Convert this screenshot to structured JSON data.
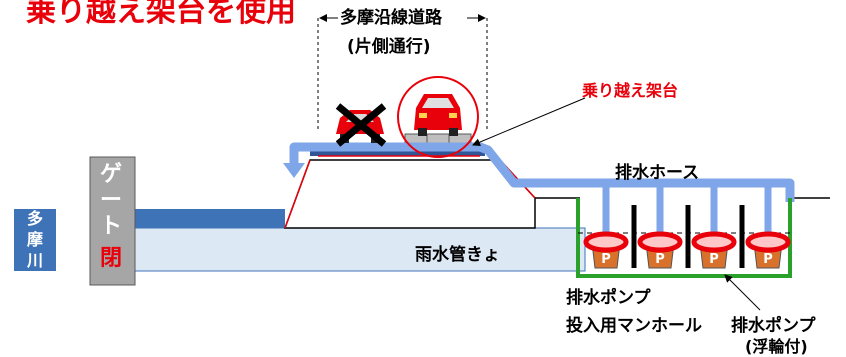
{
  "title": "乗り越え架台を使用",
  "road": {
    "line1": "多摩沿線道路",
    "line2": "(片側通行)"
  },
  "labels": {
    "overpass": "乗り越え架台",
    "hose": "排水ホース",
    "rain_pipe": "雨水管きょ",
    "river": "多摩川",
    "gate": "ゲート",
    "gate_status": "閉",
    "manhole_line1": "排水ポンプ",
    "manhole_line2": "投入用マンホール",
    "float_pump_line1": "排水ポンプ",
    "float_pump_line2": "(浮輪付)",
    "pump_mark": "P"
  },
  "colors": {
    "title_red": "#e8000b",
    "hose_blue": "#7fa6e8",
    "pipe_fill": "#dce9f5",
    "river_blue": "#3f73b8",
    "gate_gray": "#a6a6a6",
    "manhole_green": "#2aa12a",
    "pump_orange": "#d8712b"
  }
}
